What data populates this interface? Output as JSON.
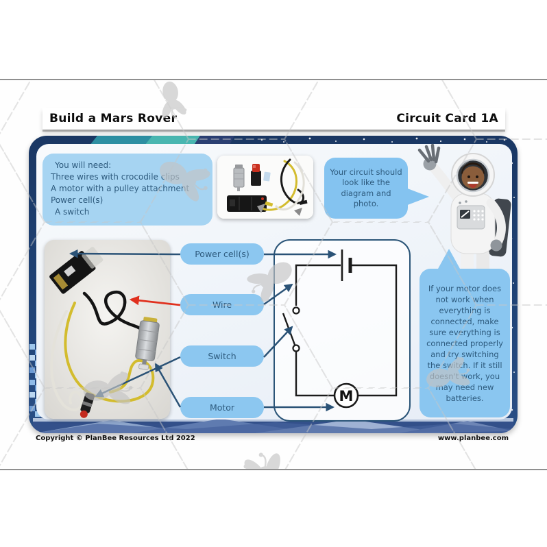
{
  "header": {
    "title": "Build a Mars Rover",
    "card_label": "Circuit Card 1A"
  },
  "you_will_need": {
    "heading": "You will need:",
    "items": [
      "Three wires with crocodile clips",
      "A motor with a pulley attachment",
      "Power cell(s)",
      "A switch"
    ]
  },
  "speech_bubble": {
    "text": "Your circuit should look like the diagram and photo."
  },
  "component_labels": {
    "pills": [
      {
        "id": "power-cells",
        "text": "Power cell(s)"
      },
      {
        "id": "wire",
        "text": "Wire"
      },
      {
        "id": "switch",
        "text": "Switch"
      },
      {
        "id": "motor",
        "text": "Motor"
      }
    ]
  },
  "circuit_diagram": {
    "motor_symbol": "M"
  },
  "help_box": {
    "text": "If your motor does not work when everything is connected, make sure everything is connected properly and try switching the switch. If it still doesn't work, you may need new batteries."
  },
  "footer": {
    "copyright": "Copyright © PlanBee Resources Ltd 2022",
    "website": "www.planbee.com"
  },
  "colors": {
    "panel_blue": "#9ccdf1",
    "box_blue_light": "#a6d4f2",
    "text_navy": "#2d5a7d",
    "card_navy": "#1c3a68",
    "teal_accent": "#45b3ae",
    "arrow_navy": "#2a5276",
    "arrow_red": "#e0301e"
  }
}
